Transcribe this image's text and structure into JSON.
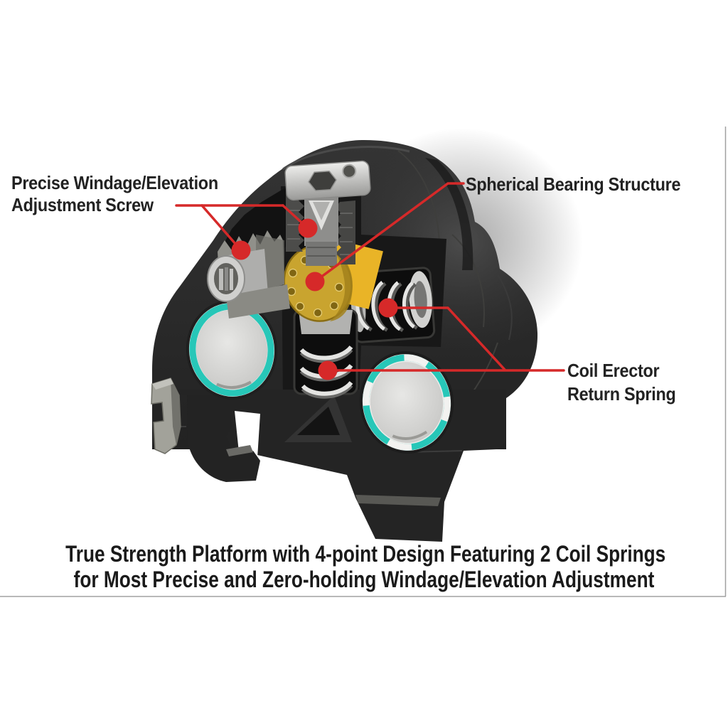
{
  "callouts": {
    "windage": {
      "line1": "Precise Windage/Elevation",
      "line2": "Adjustment Screw"
    },
    "bearing": {
      "label": "Spherical Bearing Structure"
    },
    "coil": {
      "line1": "Coil Erector",
      "line2": "Return Spring"
    }
  },
  "caption": {
    "line1": "True Strength Platform with 4-point Design Featuring 2 Coil Springs",
    "line2": "for Most Precise and Zero-holding Windage/Elevation Adjustment"
  },
  "icons": {
    "callout_dot": "filled-circle"
  },
  "colors": {
    "accent_red": "#d62929",
    "body_black": "#2b2b2b",
    "cavity_black": "#181818",
    "metal_silver": "#c6c6c4",
    "bearing_gold": "#c9a42f",
    "gold_glow": "#e9b427",
    "lens_ring_teal": "#27c7b8",
    "lens_glass": "#d6d6d4",
    "label_text": "#222222",
    "caption_text": "#1a1a1a",
    "frame_line": "#a0a0a0"
  }
}
